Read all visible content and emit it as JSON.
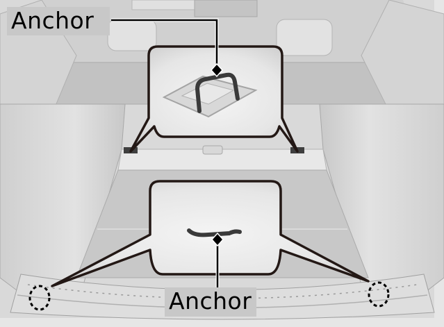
{
  "diagram": {
    "type": "technical-illustration",
    "subject": "cargo area tie-down anchors",
    "labels": {
      "top": "Anchor",
      "bottom": "Anchor"
    },
    "callouts": [
      {
        "id": "upper",
        "label": "Anchor",
        "detail": "upright loop anchor on rear cargo floor edge",
        "points_to": [
          "left-rear-floor-anchor",
          "right-rear-floor-anchor"
        ]
      },
      {
        "id": "lower",
        "label": "Anchor",
        "detail": "low hook anchor at cargo opening sill",
        "points_to": [
          "left-sill-anchor",
          "right-sill-anchor"
        ]
      }
    ],
    "colors": {
      "background": "#d6d6d6",
      "outline": "#231815",
      "label_bg": "#c8c8c8",
      "callout_fill": "#ececec",
      "anchor_dark": "#3a3a3a"
    }
  }
}
